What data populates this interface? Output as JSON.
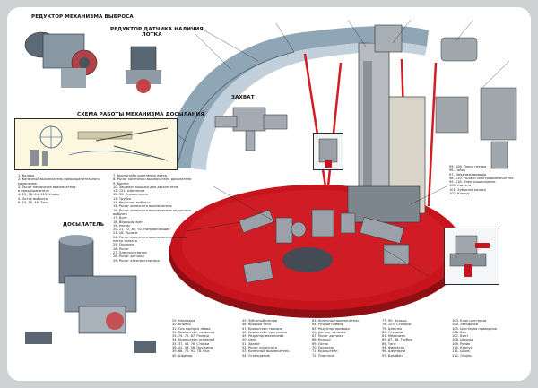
{
  "labels": {
    "reducer_ejection": "РЕДУКТОР МЕХАНИЗМА ВЫБРОСА",
    "reducer_sensor": "РЕДУКТОР ДАТЧИКА НАЛИЧИЯ",
    "reducer_sensor_line2": "ЛОТКА",
    "rammer_scheme": "СХЕМА РАБОТЫ МЕХАНИЗМА ДОСЫЛАНИЯ",
    "capture": "ЗАХВАТ",
    "rammer": "ДОСЫЛАТЕЛЬ"
  },
  "legends": {
    "left_upper": [
      "1. Кольцо",
      "2. Конечный выключатель предохранительного",
      "   механизма",
      "3. Рычаг механизма выключателя",
      "   в предохранителе",
      "4. 23, 38, 44, 113. Упоры",
      "5. Лоток выброса",
      "6. 15, 30, 46. Тяги"
    ],
    "left_lower": [
      "7. Кронштейн крепления лотка",
      "8. Рычаг конечного выключателя досылателя",
      "9. Корпус",
      "10. Защелки крышки для досылателя",
      "11. 121. Шестерни",
      "12. 33. Ограничения",
      "13. Трубка",
      "14. Редуктор выброса",
      "15. Рычаг конечного выключателя",
      "16. Рычаг конечного выключателя редуктора",
      "    выброса",
      "17. Болт",
      "18. Ведущий винт",
      "19. Упоры",
      "20. 21, 22, 82, 92. Направляющие",
      "23. 28. Рычаги",
      "24. Рычаг конечного выключателя реверса",
      "    лотка захвата",
      "25. Пружина",
      "26. Рычаг",
      "27. Электростартер",
      "28. Рычаг датчика",
      "29. Рычаг электростартера"
    ],
    "right": [
      "95. 106. Днищ гнезда",
      "96. Гайка",
      "97. Механизм вывода",
      "98. 110. Рычаги электровыключателя",
      "99. 118. Электрошпиндели",
      "100. Кассета",
      "101. Зубчатое колесо",
      "102. Корпус"
    ],
    "bottom": [
      [
        "29. Накладка",
        "30. Кнопка",
        "31. Ось корпуса левая",
        "32. Кронштейн подвески",
        "33. 74. 75. 87. Ролики",
        "34. Кронштейн основной",
        "35. 37. 43. 76. Стойки",
        "36. 41. 48. 56. Пружины",
        "39. 68. 72. 91. 78. Оси",
        "40. Шарнир"
      ],
      [
        "45. Зубчатый сектор",
        "46. Крышка тяги",
        "47. Кронштейн тормоза",
        "48. Кронштейн крепления",
        "49. Редуктор механизма",
        "50. Цепь",
        "51. Захват",
        "52. Рычаг конечного",
        "53. Конечный выключатель",
        "54. Ограждение"
      ],
      [
        "63. Конечный выключатель",
        "64. Ручной привод",
        "65. Редуктор привода",
        "66. Датчик наличия",
        "67. Рычаг датчика",
        "68. Кольцо",
        "69. Лоток",
        "70. Пружина",
        "71. Кронштейн",
        "72. Пластина"
      ],
      [
        "77. 90. Кольцо",
        "78. 103. Стопоры",
        "79. Шпонка",
        "80. Ступица",
        "81. Механизм",
        "85. 87. 88. Трубки",
        "89. Тяги",
        "94. Фиксатор",
        "96. Шестерни",
        "97. Барабан"
      ],
      [
        "103. Блок шестерни",
        "104. Звездочки",
        "105. Шестерня приводная",
        "106. Вал",
        "107. Винт",
        "108. Шпонки",
        "109. Ролик",
        "110. Корпус",
        "111. Шкив",
        "112. Опоры"
      ]
    ]
  }
}
